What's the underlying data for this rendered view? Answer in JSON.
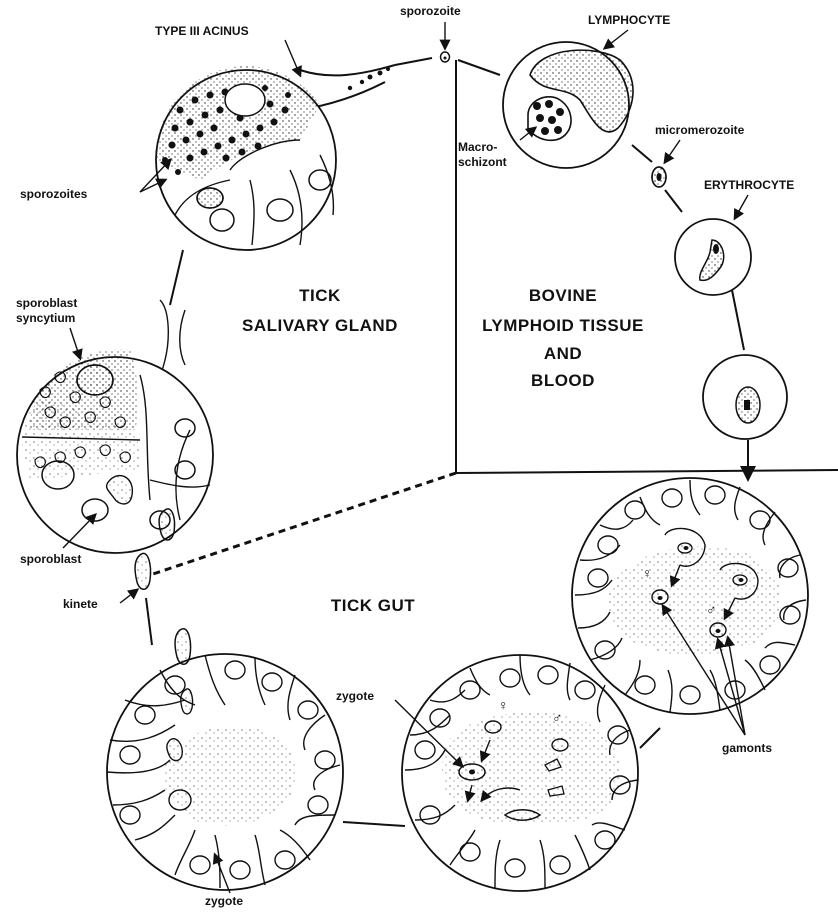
{
  "labels": {
    "type3_acinus": "TYPE III ACINUS",
    "sporozoite": "sporozoite",
    "lymphocyte": "LYMPHOCYTE",
    "macroschizont_1": "Macro-",
    "macroschizont_2": "schizont",
    "micromerozoite": "micromerozoite",
    "erythrocyte": "ERYTHROCYTE",
    "sporozoites": "sporozoites",
    "sporoblast_syncytium_1": "sporoblast",
    "sporoblast_syncytium_2": "syncytium",
    "sporoblast": "sporoblast",
    "kinete": "kinete",
    "zygote_mid": "zygote",
    "zygote_bottom": "zygote",
    "gamonts": "gamonts",
    "female_symbol": "♀",
    "male_symbol": "♂"
  },
  "regions": {
    "tick_salivary_gland": [
      "TICK",
      "SALIVARY GLAND"
    ],
    "bovine": [
      "BOVINE",
      "LYMPHOID TISSUE",
      "AND",
      "BLOOD"
    ],
    "tick_gut": "TICK GUT"
  }
}
